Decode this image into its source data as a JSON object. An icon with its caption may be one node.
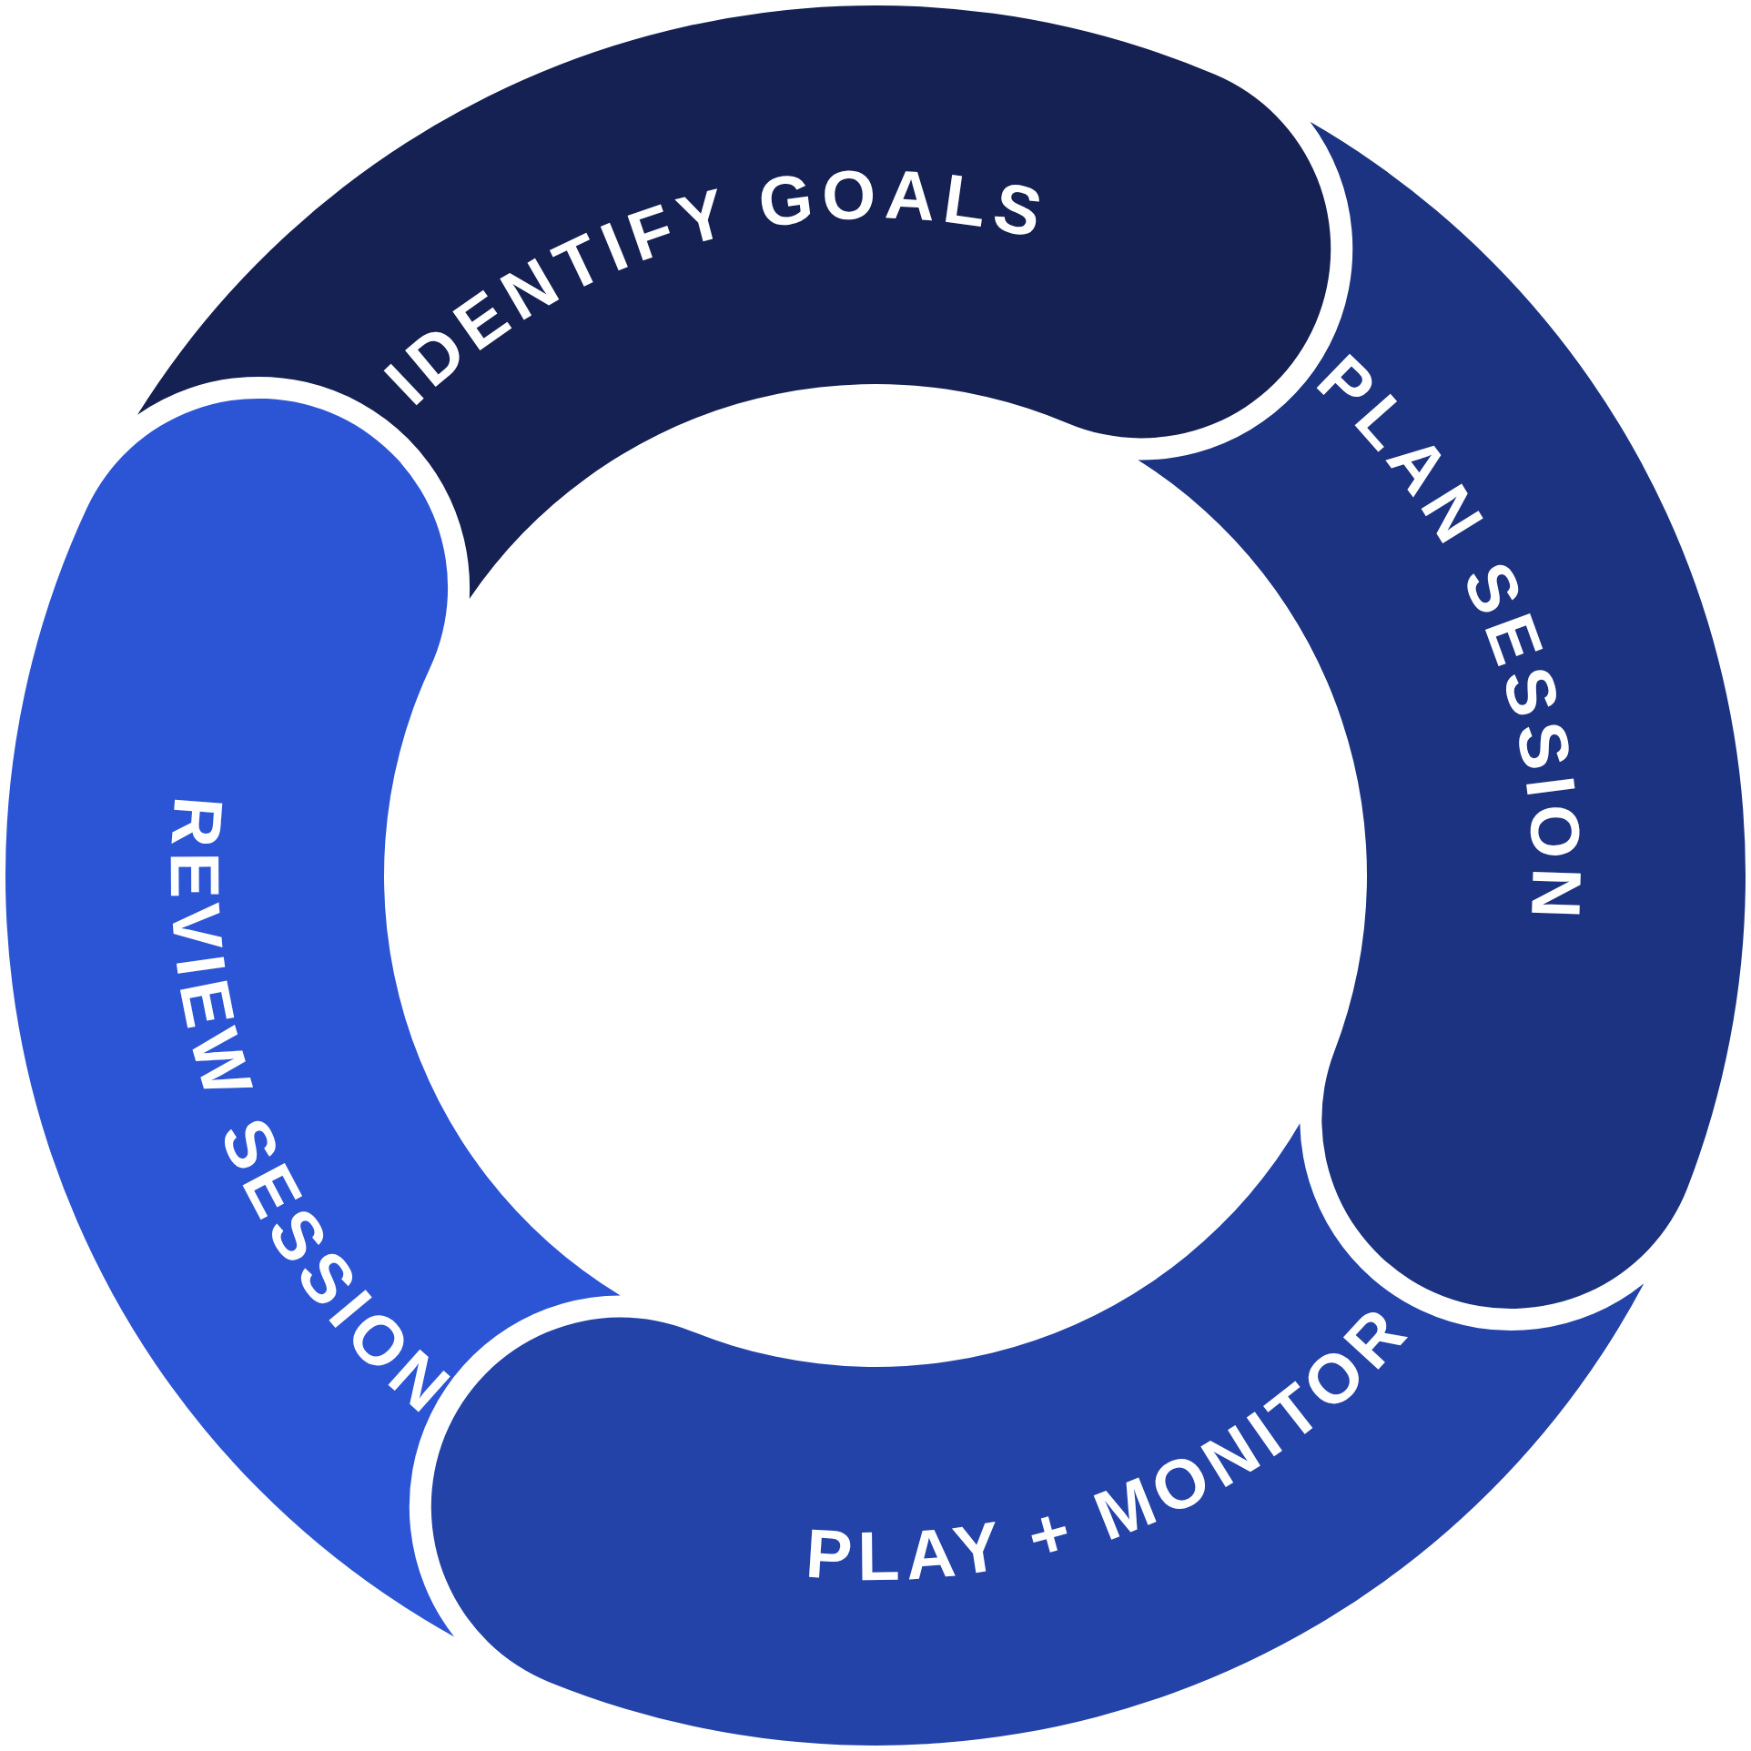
{
  "diagram": {
    "nodes": [
      {
        "text": [
          "IDENTIFY GOALS"
        ]
      },
      {
        "text": [
          "PLAN SESSION"
        ]
      },
      {
        "text": [
          "PLAY + MONITOR"
        ]
      },
      {
        "text": [
          "REVIEW SESSION"
        ]
      }
    ]
  }
}
